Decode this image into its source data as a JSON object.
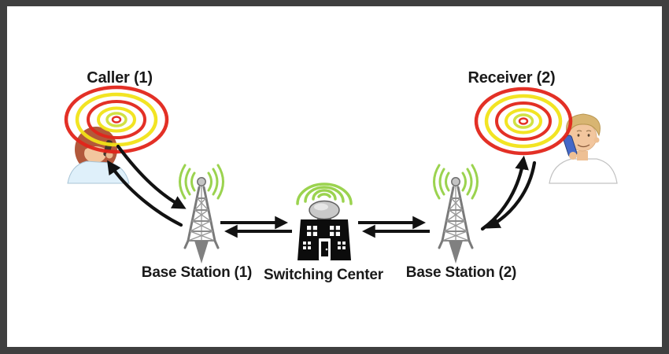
{
  "diagram": {
    "type": "mobile-call-flow",
    "labels": {
      "caller": "Caller (1)",
      "receiver": "Receiver (2)",
      "base_station_1": "Base Station (1)",
      "switching_center": "Switching Center",
      "base_station_2": "Base Station (2)"
    },
    "connections": [
      {
        "from": "Caller (1)",
        "to": "Base Station (1)",
        "style": "curved-double-arrow"
      },
      {
        "from": "Base Station (1)",
        "to": "Switching Center",
        "style": "straight-double-arrow"
      },
      {
        "from": "Switching Center",
        "to": "Base Station (2)",
        "style": "straight-double-arrow"
      },
      {
        "from": "Base Station (2)",
        "to": "Receiver (2)",
        "style": "curved-double-arrow"
      }
    ],
    "colors": {
      "frame": "#3f3f3f",
      "canvas": "#ffffff",
      "wave_red": "#e2251b",
      "wave_yellow": "#f2e318",
      "antenna_green": "#9bd34f",
      "arrow": "#121212",
      "building": "#0c0c0c",
      "tower_gray": "#7a7a7a",
      "phone_blue": "#4468c8",
      "label_text": "#1a1a1a"
    }
  }
}
